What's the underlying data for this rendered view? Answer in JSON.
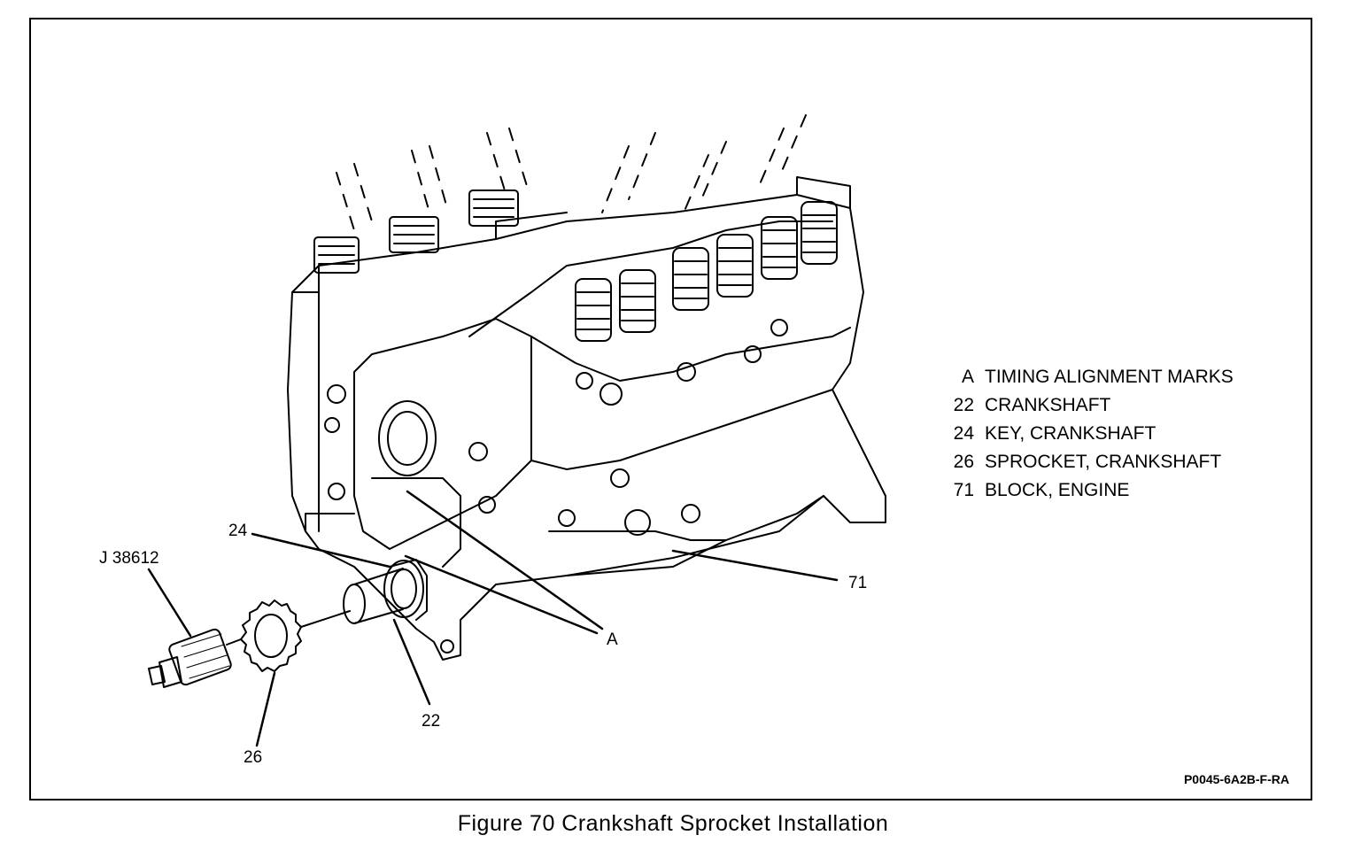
{
  "caption": "Figure 70 Crankshaft Sprocket Installation",
  "figure_code": "P0045-6A2B-F-RA",
  "callouts": {
    "tool": "J 38612",
    "key": "24",
    "crankshaft": "22",
    "sprocket": "26",
    "marks": "A",
    "block": "71"
  },
  "legend": [
    {
      "key": "A",
      "label": "TIMING ALIGNMENT MARKS"
    },
    {
      "key": "22",
      "label": "CRANKSHAFT"
    },
    {
      "key": "24",
      "label": "KEY, CRANKSHAFT"
    },
    {
      "key": "26",
      "label": "SPROCKET, CRANKSHAFT"
    },
    {
      "key": "71",
      "label": "BLOCK, ENGINE"
    }
  ]
}
